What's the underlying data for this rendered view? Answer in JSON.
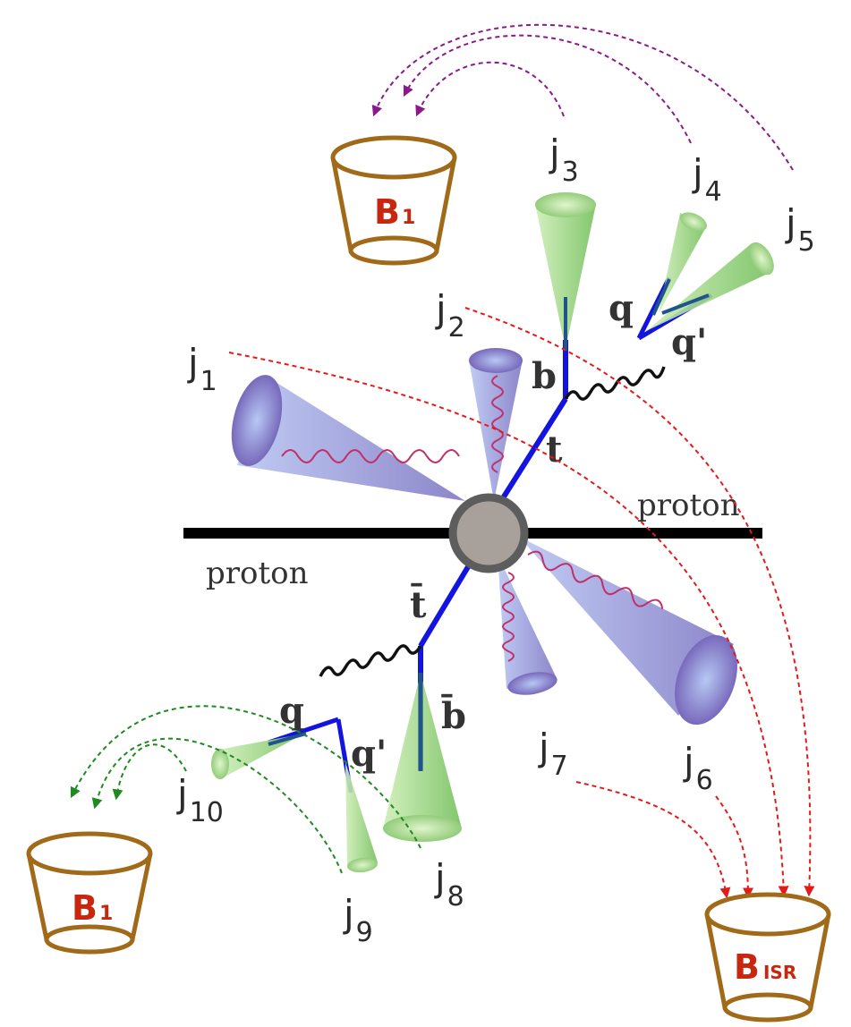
{
  "colors": {
    "beam": "#000000",
    "top": "#1414e0",
    "gluon_line": "#111111",
    "isr_cone_fill": "#8c8ed8",
    "b_cone_fill": "#8ccf7a",
    "purple_arrow": "#8a1a8a",
    "green_arrow": "#1f8a1f",
    "red_arrow": "#e41a1a",
    "bucket_stroke": "#a06a18",
    "bucket_text": "#c8260e"
  },
  "beam": {
    "left_label": "proton",
    "right_label": "proton"
  },
  "partons": {
    "t": "t",
    "tbar": "t̄",
    "b": "b",
    "bbar": "b̄",
    "q_top": "q",
    "qprime_top": "q'",
    "q_bottom": "q",
    "qprime_bottom": "q'"
  },
  "jets": [
    {
      "main": "j",
      "sub": "1"
    },
    {
      "main": "j",
      "sub": "2"
    },
    {
      "main": "j",
      "sub": "3"
    },
    {
      "main": "j",
      "sub": "4"
    },
    {
      "main": "j",
      "sub": "5"
    },
    {
      "main": "j",
      "sub": "6"
    },
    {
      "main": "j",
      "sub": "7"
    },
    {
      "main": "j",
      "sub": "8"
    },
    {
      "main": "j",
      "sub": "9"
    },
    {
      "main": "j",
      "sub": "10"
    }
  ],
  "buckets": {
    "top": {
      "main": "B",
      "sub": "1"
    },
    "bottom_left": {
      "main": "B",
      "sub": "1"
    },
    "isr": {
      "main": "B",
      "sub": "ISR"
    }
  }
}
